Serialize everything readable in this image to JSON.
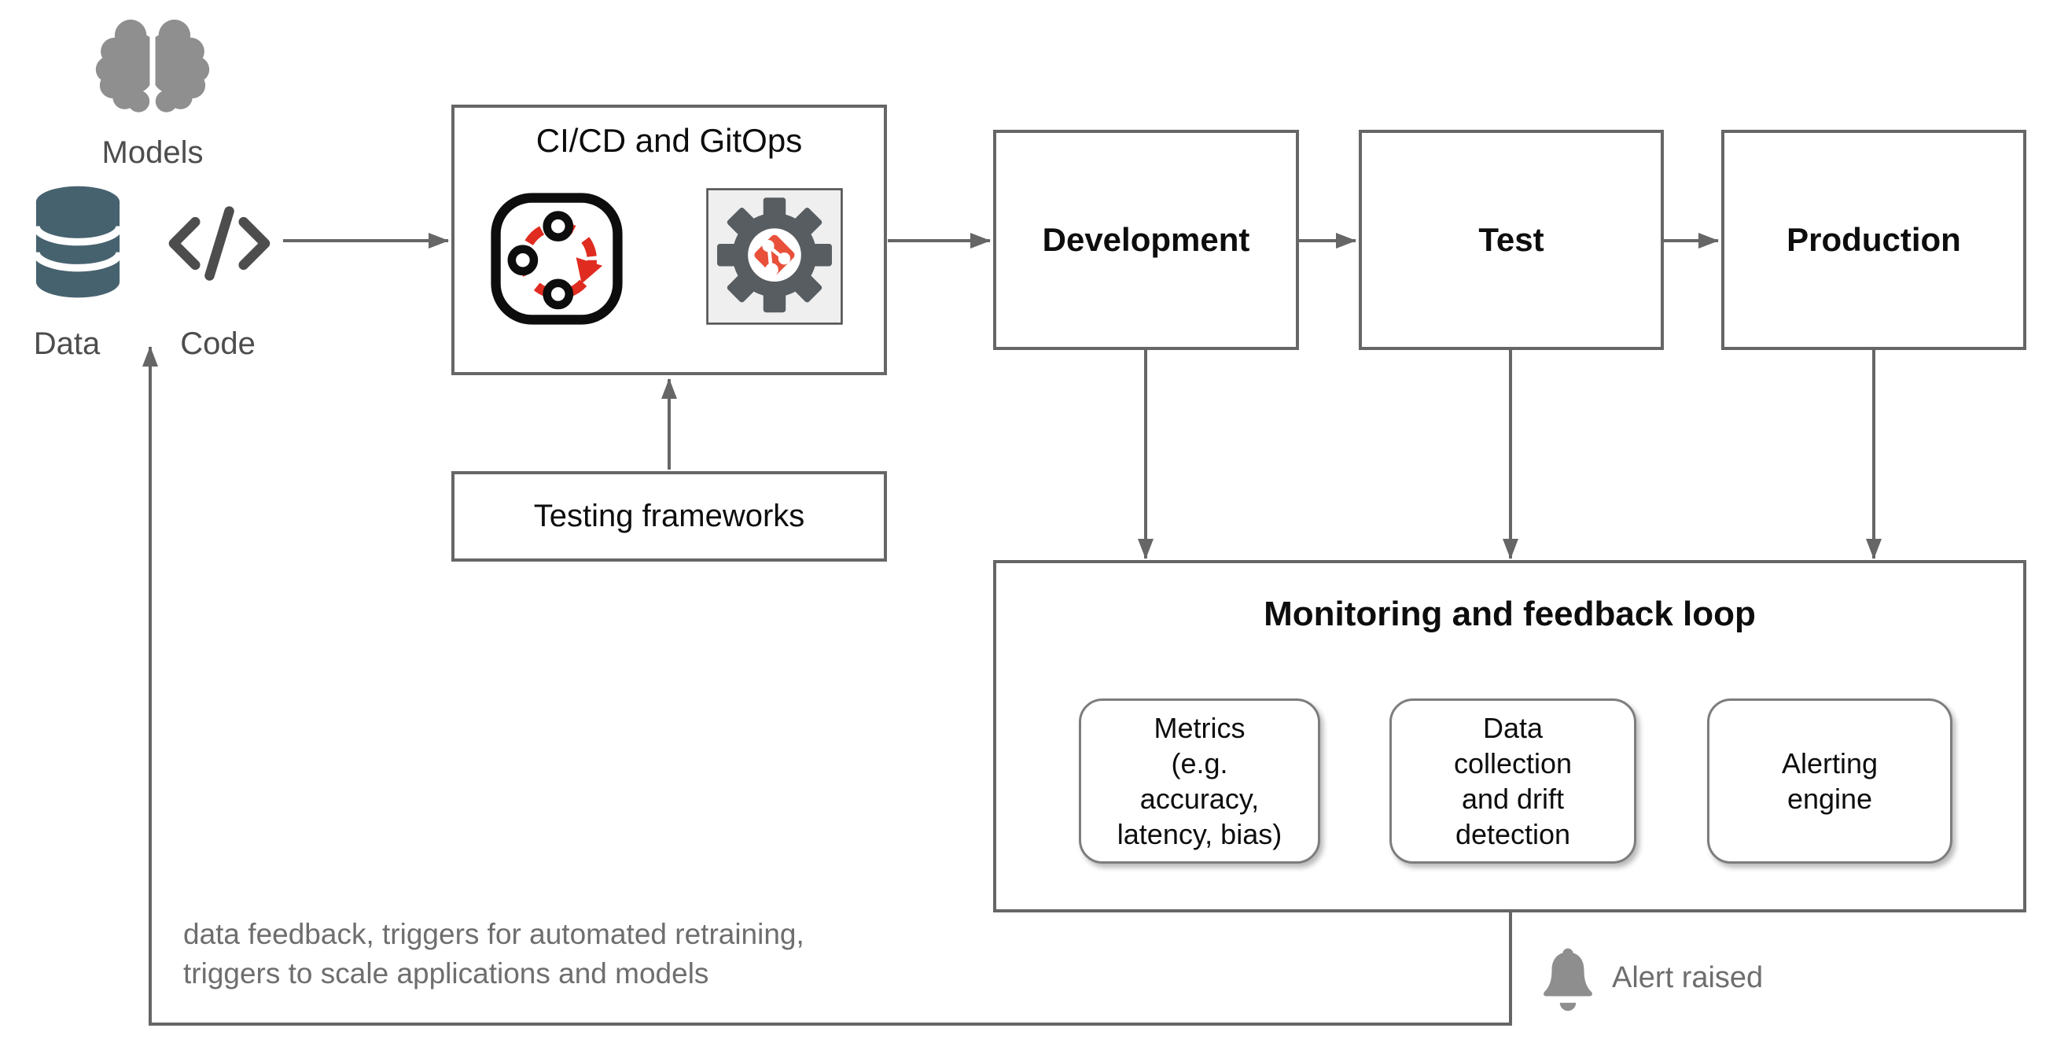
{
  "diagram": {
    "sources": {
      "models_label": "Models",
      "data_label": "Data",
      "code_label": "Code"
    },
    "cicd": {
      "title": "CI/CD and GitOps"
    },
    "testing": {
      "label": "Testing frameworks"
    },
    "stages": [
      {
        "label": "Development"
      },
      {
        "label": "Test"
      },
      {
        "label": "Production"
      }
    ],
    "monitoring": {
      "title": "Monitoring and feedback loop",
      "components": [
        {
          "label": "Metrics\n(e.g.\naccuracy,\nlatency, bias)"
        },
        {
          "label": "Data\ncollection\nand drift\ndetection"
        },
        {
          "label": "Alerting\nengine"
        }
      ]
    },
    "feedback": {
      "note": "data feedback, triggers for automated retraining,\ntriggers to scale applications and models"
    },
    "alert": {
      "label": "Alert raised"
    },
    "icons": [
      "brain-icon",
      "database-icon",
      "code-icon",
      "cicd-cycle-icon",
      "gitops-gear-icon",
      "bell-icon"
    ],
    "colors": {
      "line_gray": "#666666",
      "text_gray": "#6e6e6e",
      "label_gray": "#4d4d4d",
      "icon_gray": "#8f8f8f",
      "database_slate": "#47626f",
      "cycle_red": "#e02b20",
      "git_orange": "#e8503a",
      "gear_gray": "#585d61"
    }
  }
}
